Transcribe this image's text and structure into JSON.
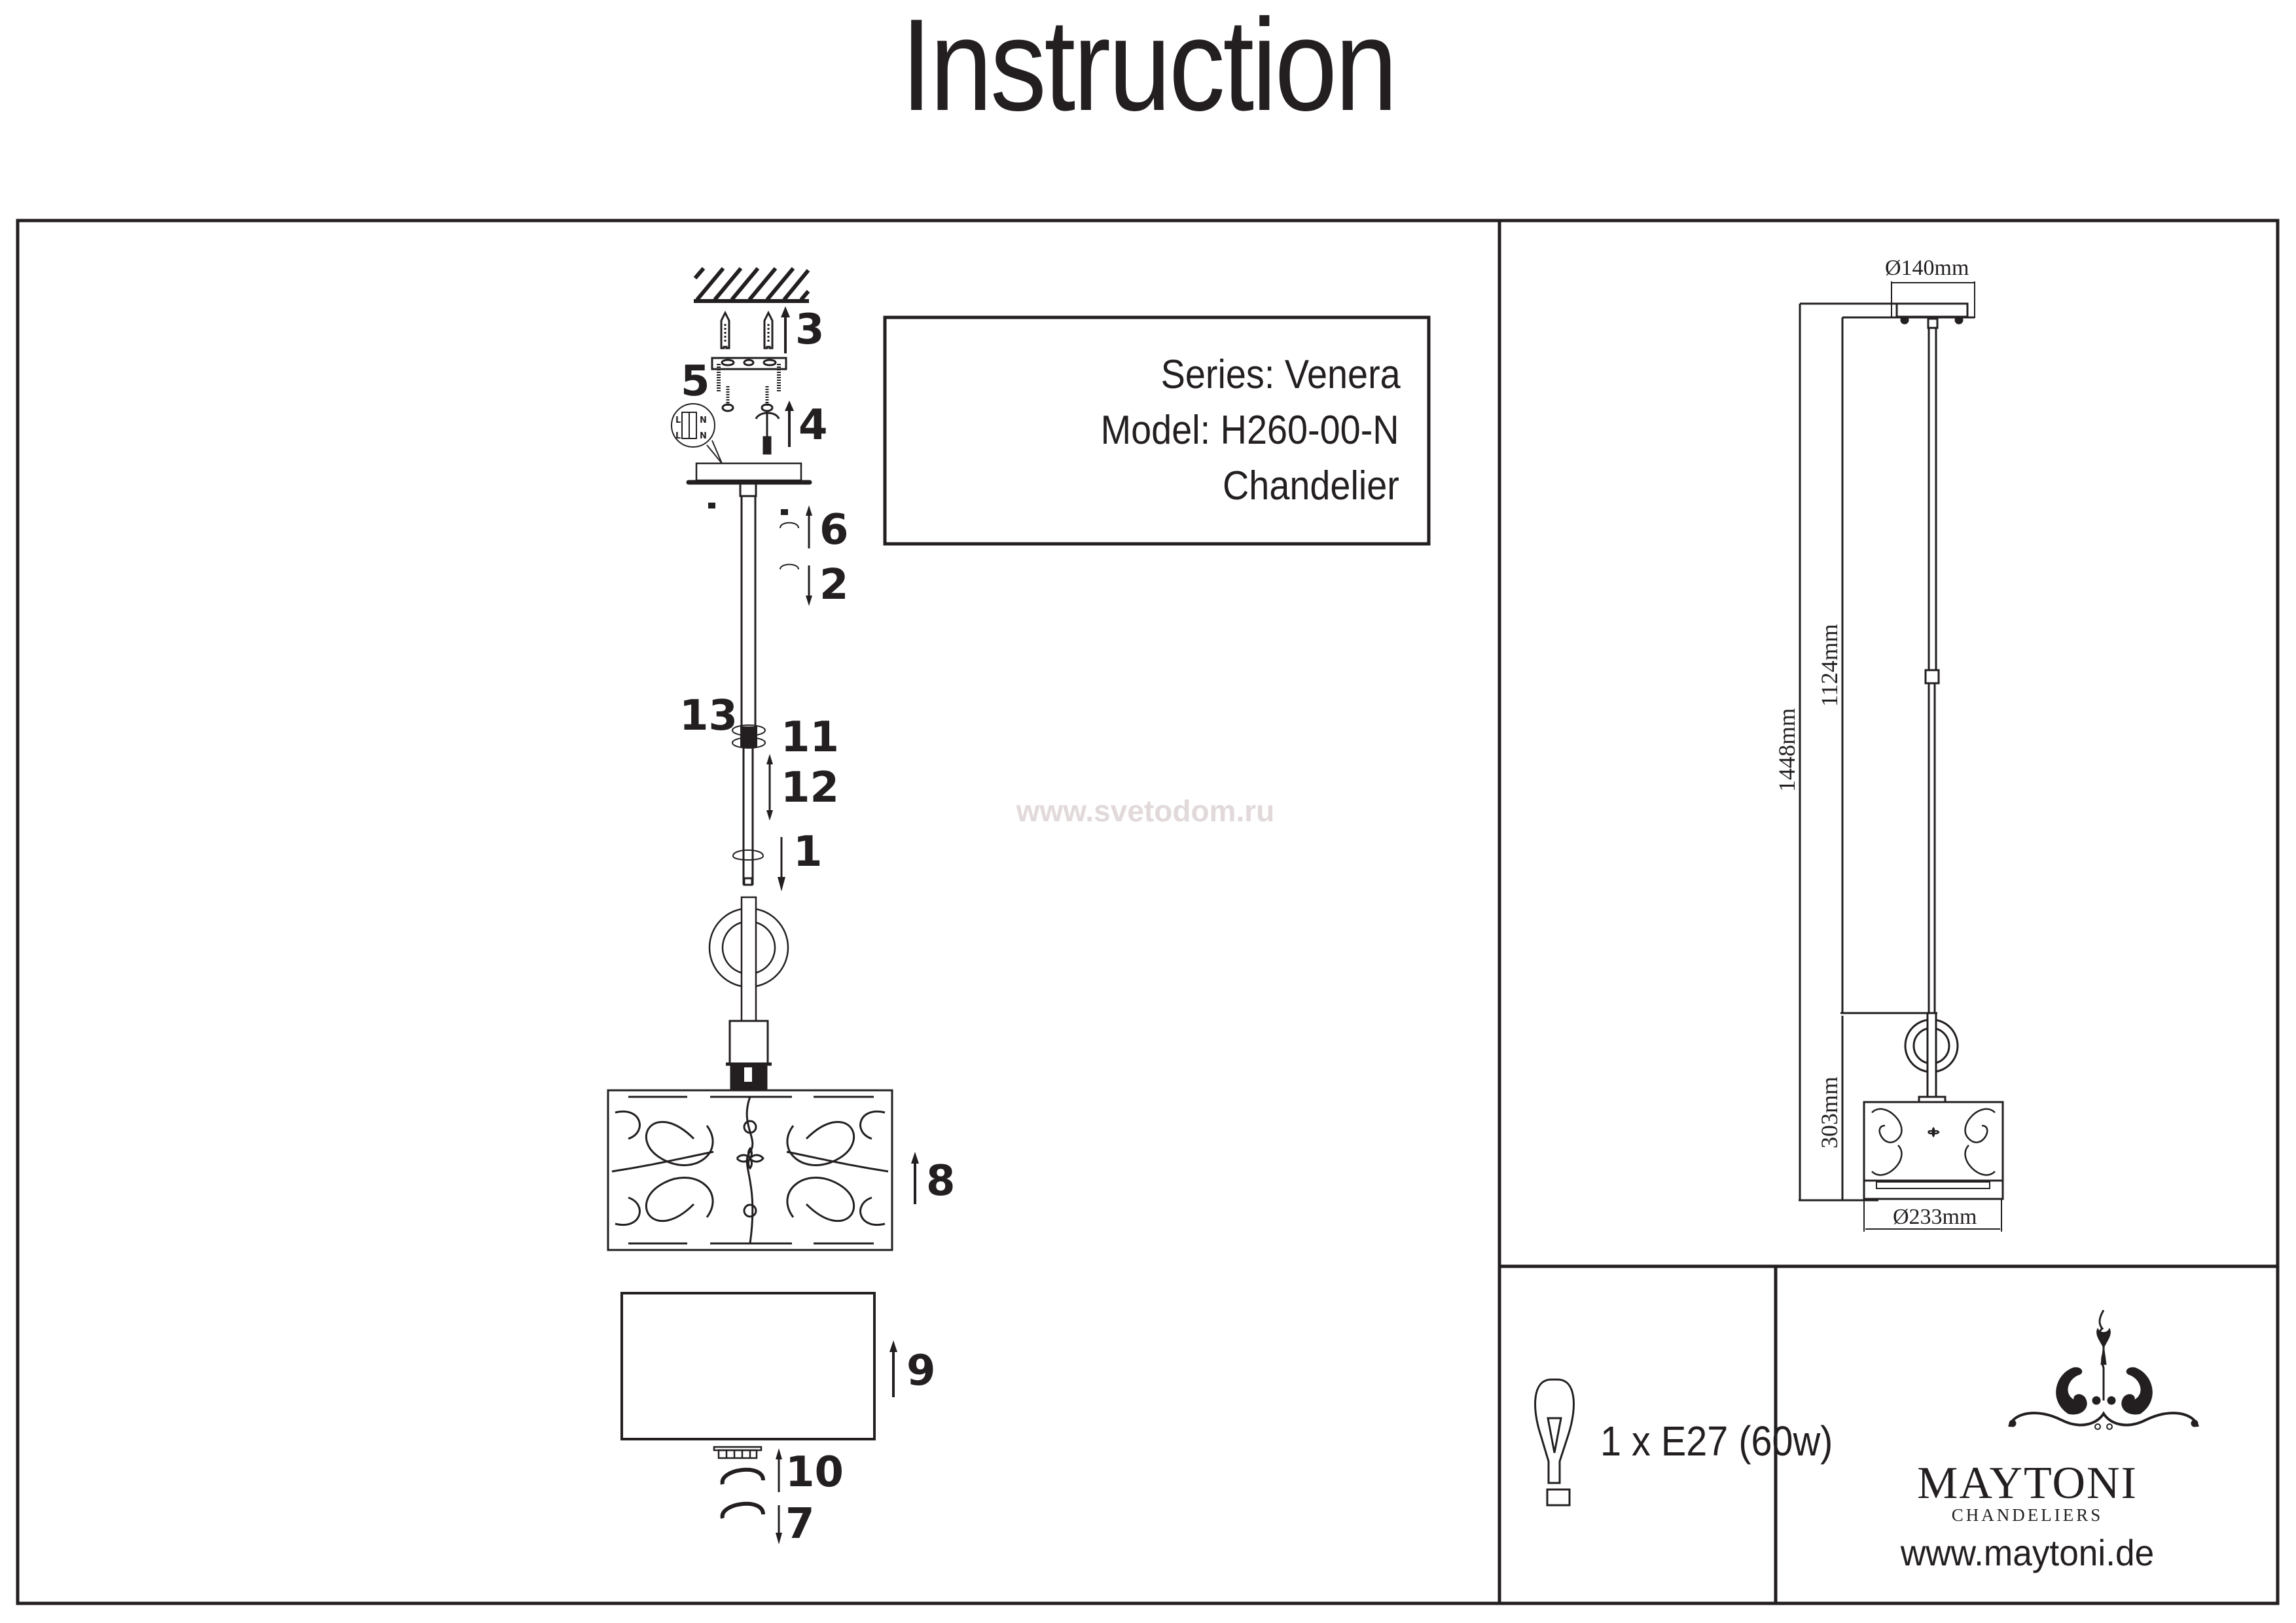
{
  "page": {
    "title": "Instruction"
  },
  "product_info": {
    "series": "Series: Venera",
    "model": "Model: H260-00-N",
    "type": "Chandelier"
  },
  "assembly_steps": {
    "labels": [
      "1",
      "2",
      "3",
      "4",
      "5",
      "6",
      "7",
      "8",
      "9",
      "10",
      "11",
      "12",
      "13"
    ],
    "step_1": "1",
    "step_2": "2",
    "step_3": "3",
    "step_4": "4",
    "step_5": "5",
    "step_6": "6",
    "step_7": "7",
    "step_8": "8",
    "step_9": "9",
    "step_10": "10",
    "step_11": "11",
    "step_12": "12",
    "step_13": "13"
  },
  "wiring": {
    "terminal_labels": [
      "L",
      "N",
      "L",
      "N"
    ],
    "l_top": "L",
    "n_top": "N",
    "l_bottom": "L",
    "n_bottom": "N"
  },
  "watermark": "www.svetodom.ru",
  "dimensions": {
    "canopy_diameter": "Ø140mm",
    "total_height": "1448mm",
    "rod_length": "1124mm",
    "body_height": "303mm",
    "shade_diameter": "Ø233mm"
  },
  "bulb": {
    "icon": "light-bulb-icon",
    "spec": "1 x E27 (60w)"
  },
  "brand": {
    "logo_icon": "maytoni-ornament-icon",
    "name": "MAYTONI",
    "subtitle": "CHANDELIERS",
    "url": "www.maytoni.de"
  },
  "colors": {
    "ink": "#231f20",
    "watermark": "#e2dada",
    "background": "#ffffff"
  }
}
